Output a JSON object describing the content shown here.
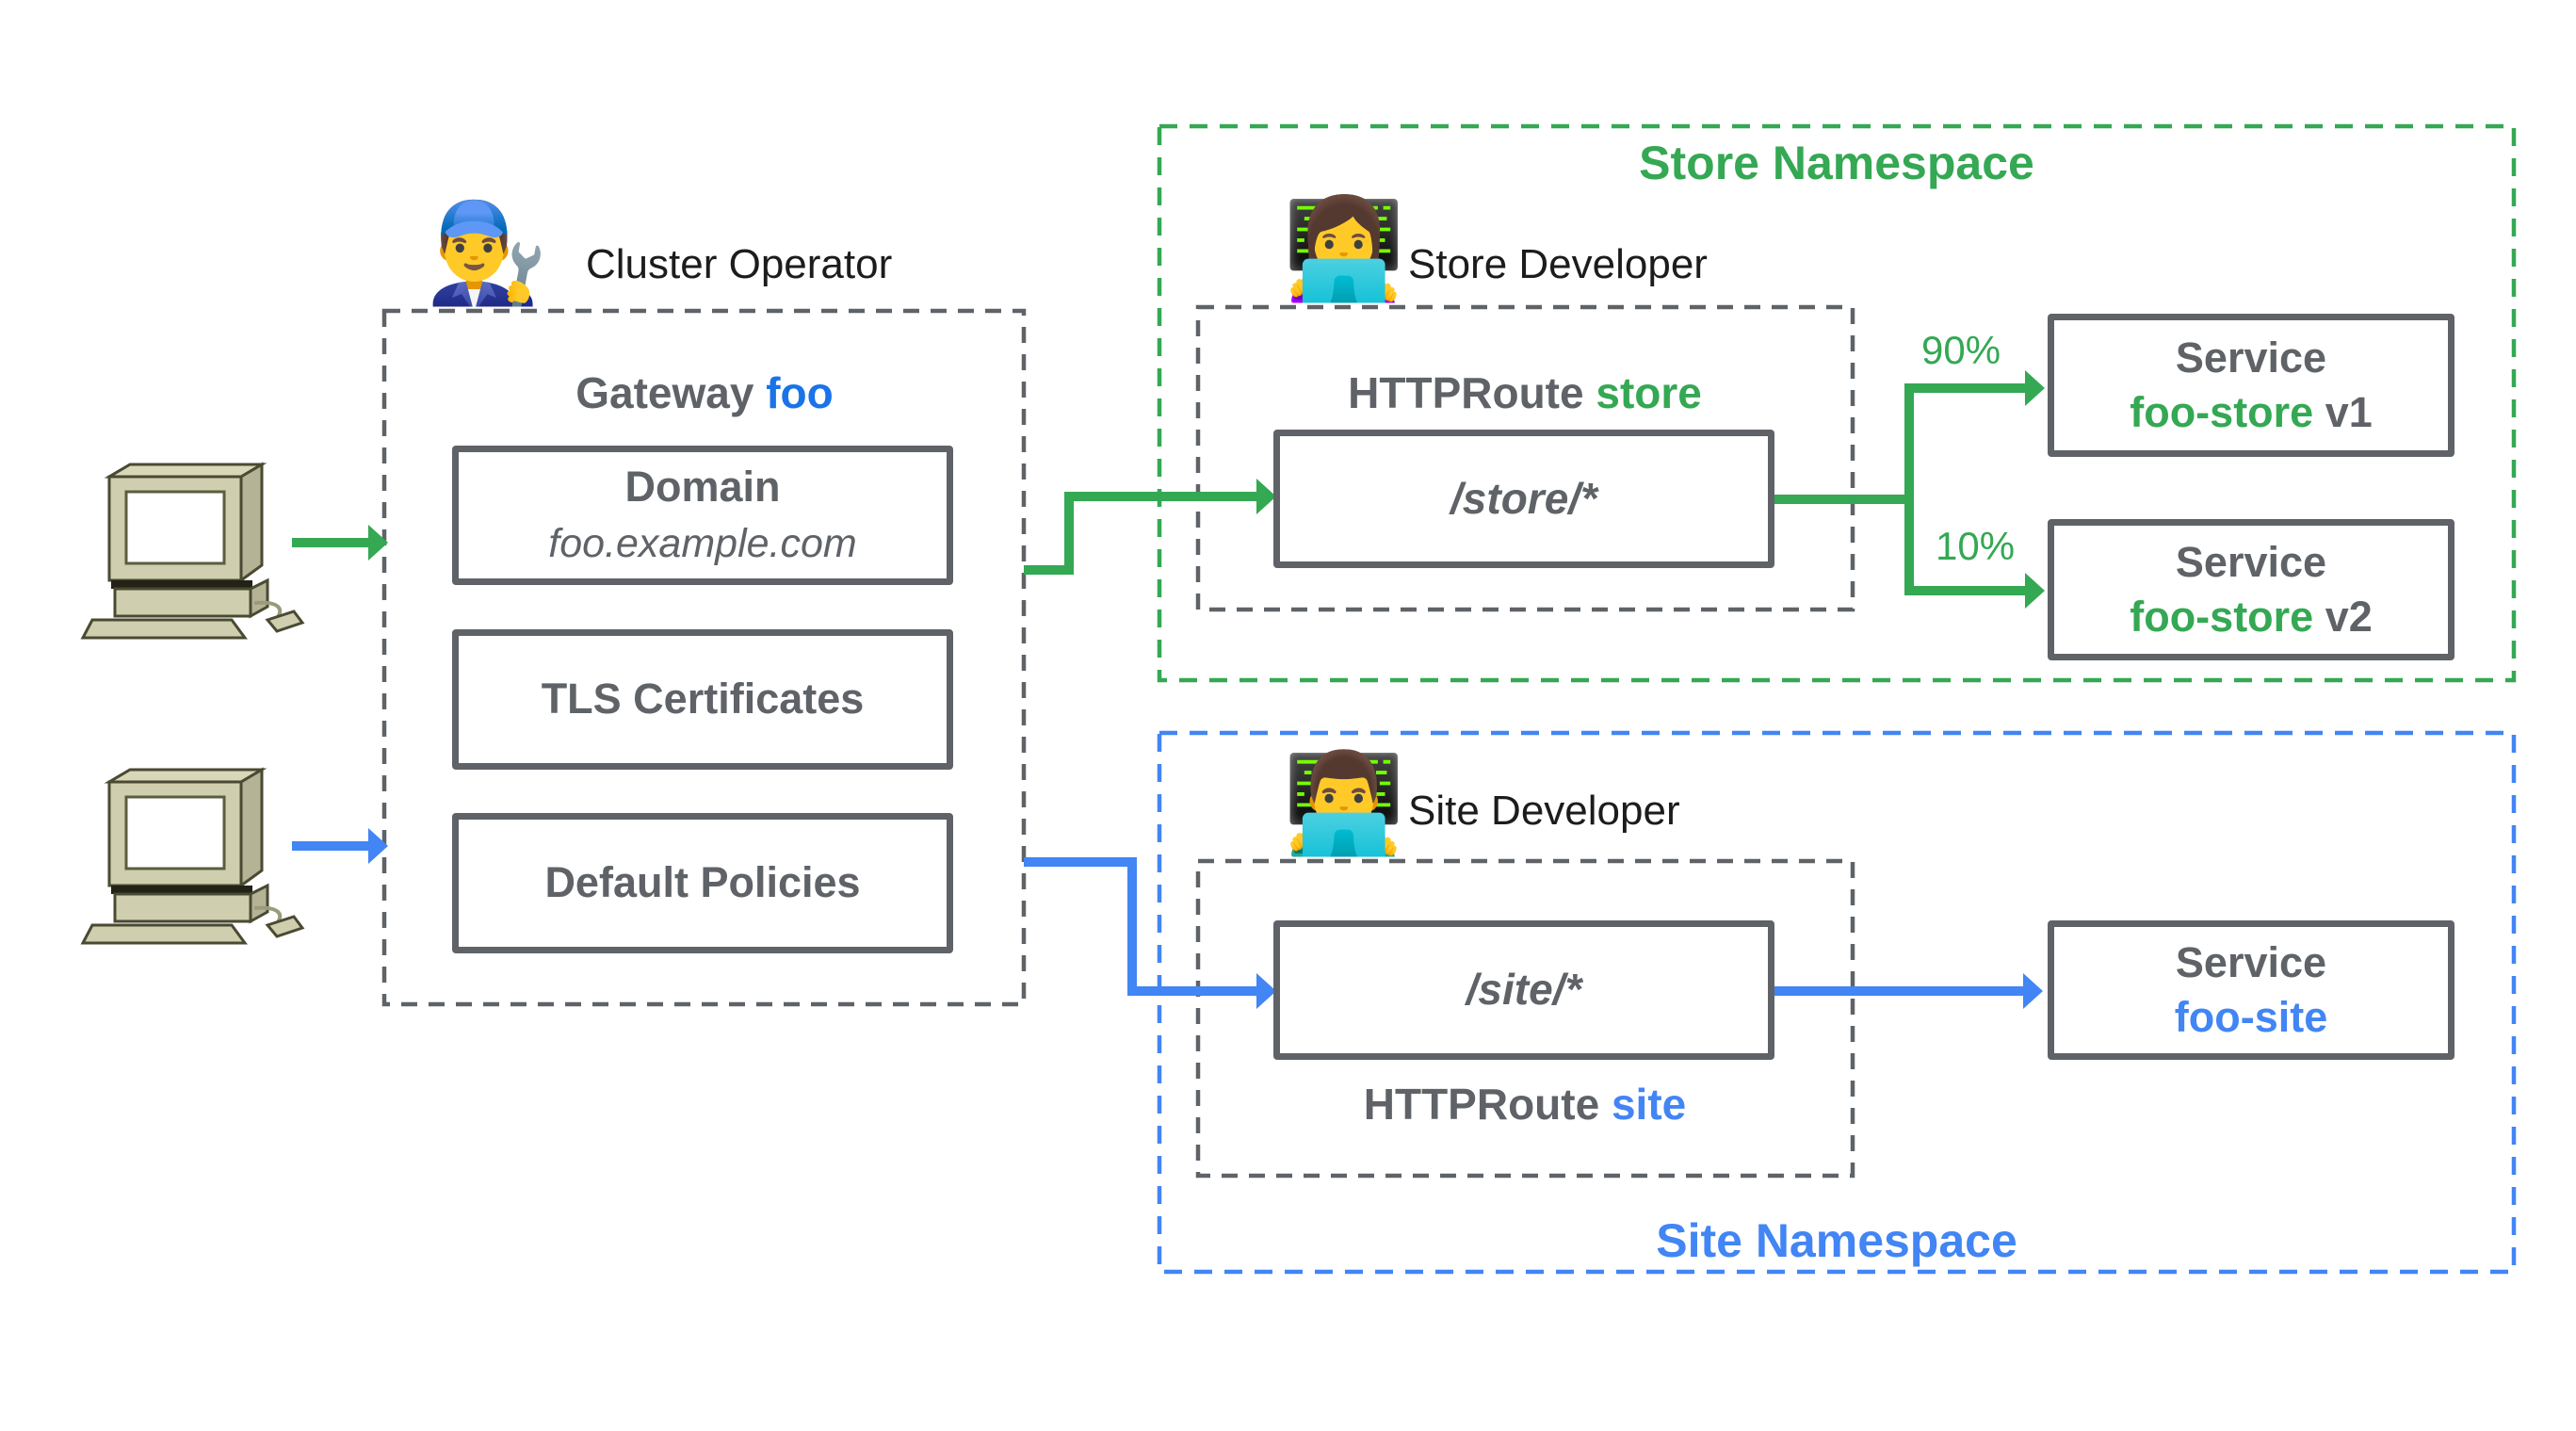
{
  "colors": {
    "green": "#34A853",
    "blue": "#4285F4",
    "deep_blue_text": "#1A73E8",
    "gray": "#5F6368",
    "label_black": "#1c1c1c"
  },
  "clients": {
    "icon": "desktop-computer-icon",
    "top_arrow_color": "green",
    "bottom_arrow_color": "blue"
  },
  "gateway": {
    "operator": {
      "emoji": "👨‍🔧",
      "label": "Cluster Operator"
    },
    "title_prefix": "Gateway ",
    "title_name": "foo",
    "domain": {
      "title": "Domain",
      "value": "foo.example.com"
    },
    "tls_label": "TLS Certificates",
    "policies_label": "Default Policies"
  },
  "store_namespace": {
    "label": "Store Namespace",
    "developer": {
      "emoji": "👩‍💻",
      "label": "Store Developer"
    },
    "httproute": {
      "prefix": "HTTPRoute ",
      "name": "store",
      "path": "/store/*"
    },
    "weights": {
      "v1": "90%",
      "v2": "10%"
    },
    "services": [
      {
        "title": "Service",
        "name": "foo-store",
        "version": " v1"
      },
      {
        "title": "Service",
        "name": "foo-store",
        "version": " v2"
      }
    ]
  },
  "site_namespace": {
    "label": "Site Namespace",
    "developer": {
      "emoji": "👨‍💻",
      "label": "Site Developer"
    },
    "httproute": {
      "prefix": "HTTPRoute ",
      "name": "site",
      "path": "/site/*"
    },
    "service": {
      "title": "Service",
      "name": "foo-site"
    }
  }
}
